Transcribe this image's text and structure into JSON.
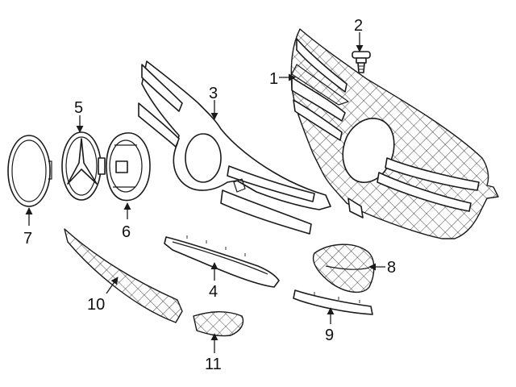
{
  "diagram": {
    "colors": {
      "stroke": "#1a1a1a",
      "background": "#ffffff"
    },
    "callouts": [
      {
        "id": "1",
        "label": "1"
      },
      {
        "id": "2",
        "label": "2"
      },
      {
        "id": "3",
        "label": "3"
      },
      {
        "id": "4",
        "label": "4"
      },
      {
        "id": "5",
        "label": "5"
      },
      {
        "id": "6",
        "label": "6"
      },
      {
        "id": "7",
        "label": "7"
      },
      {
        "id": "8",
        "label": "8"
      },
      {
        "id": "9",
        "label": "9"
      },
      {
        "id": "10",
        "label": "10"
      },
      {
        "id": "11",
        "label": "11"
      }
    ]
  }
}
